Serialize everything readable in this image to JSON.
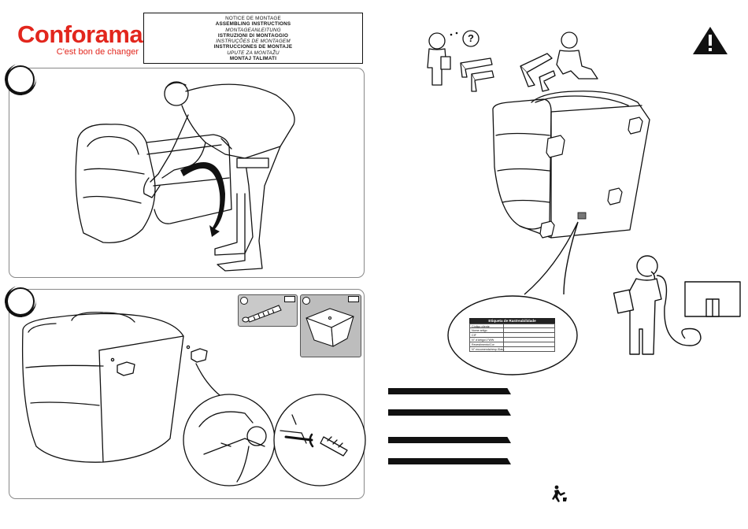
{
  "brand": {
    "name": "Conforama",
    "tagline": "C'est bon de changer",
    "color": "#e2261d"
  },
  "title_box": {
    "lines": [
      {
        "text": "NOTICE DE MONTAGE",
        "style": "normal"
      },
      {
        "text": "ASSEMBLING INSTRUCTIONS",
        "style": "bold"
      },
      {
        "text": "MONTAGEANLEITUNG",
        "style": "italic"
      },
      {
        "text": "ISTRUZIONI DI MONTAGGIO",
        "style": "bold"
      },
      {
        "text": "INSTRUÇÕES DE MONTAGEM",
        "style": "italic"
      },
      {
        "text": "INSTRUCCIONES DE MONTAJE",
        "style": "bold"
      },
      {
        "text": "UPUTE ZA MONTAŽU",
        "style": "italic"
      },
      {
        "text": "MONTAJ TALIMATI",
        "style": "bold"
      }
    ]
  },
  "steps": {
    "step1": {
      "label": ""
    },
    "step2": {
      "label": "",
      "parts": [
        {
          "id": "A",
          "icon": "bolt-icon"
        },
        {
          "id": "B",
          "icon": "foot-block-icon"
        }
      ]
    }
  },
  "traceability": {
    "title": "Etiqueta de Rastreabilidade",
    "rows": [
      "Código cliente",
      "Nome artigo",
      "CIF",
      "N° d'Artigo/1°WW",
      "Revestimento/Cor",
      "N° encomenda/resp./Data"
    ]
  },
  "icons": {
    "warning": "warning-triangle-icon",
    "recycle": "recycle-person-icon",
    "question": "question-mark-icon",
    "phone": "phone-helpline-icon"
  }
}
